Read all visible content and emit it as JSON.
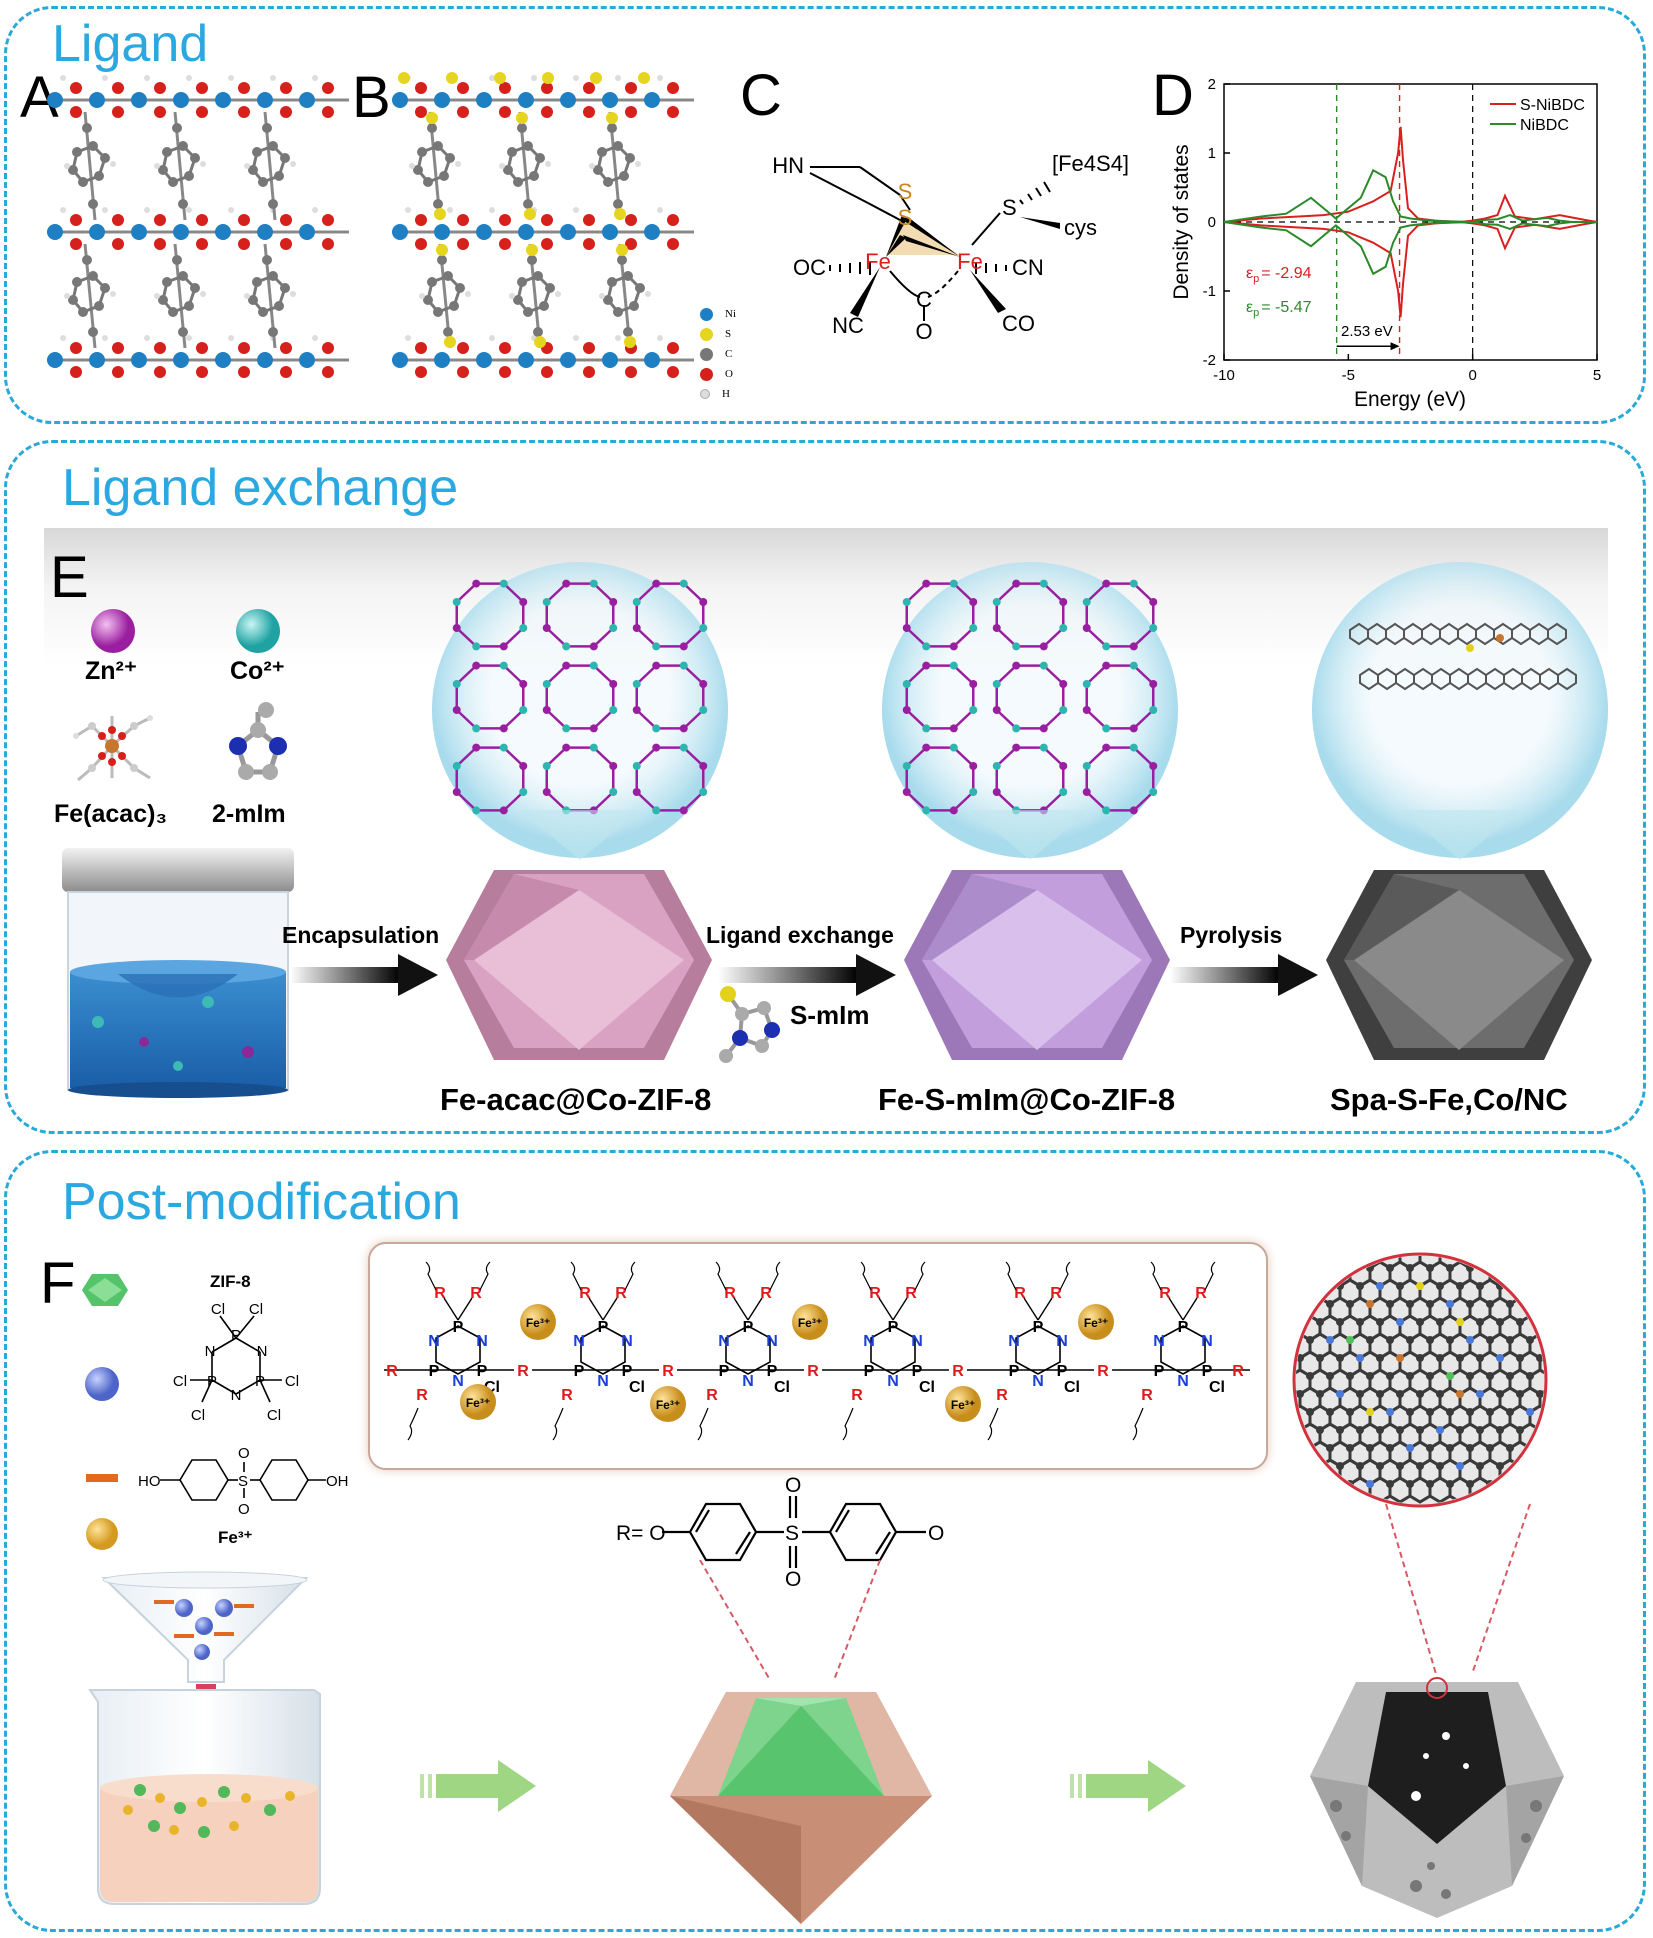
{
  "sections": {
    "ligand": "Ligand",
    "ligand_exchange": "Ligand exchange",
    "post_modification": "Post-modification"
  },
  "panels": {
    "A": "A",
    "B": "B",
    "C": "C",
    "D": "D",
    "E": "E",
    "F": "F"
  },
  "legend_atoms": [
    "Ni",
    "S",
    "C",
    "O",
    "H"
  ],
  "colors": {
    "accent": "#29a9d9",
    "Ni": "#1e7fc3",
    "S": "#e6d51e",
    "C": "#777777",
    "O": "#d6201c",
    "H": "#dddddd",
    "snibdc": "#d9201e",
    "nibdc": "#2a8a2a"
  },
  "hydrogenase": {
    "hn": "HN",
    "s1": "S",
    "s2": "S",
    "fe_left": "Fe",
    "fe_right": "Fe",
    "oc": "OC",
    "nc": "NC",
    "c": "C",
    "o": "O",
    "cn": "CN",
    "co": "CO",
    "s_cys": "S",
    "cys": "cys",
    "cluster": "[Fe4S4]"
  },
  "chart_data": {
    "type": "line",
    "xlabel": "Energy (eV)",
    "ylabel": "Density of states",
    "xlim": [
      -10,
      5
    ],
    "ylim": [
      -2,
      2
    ],
    "xticks": [
      "-10",
      "-5",
      "0",
      "5"
    ],
    "yticks": [
      "2",
      "1",
      "0",
      "-1",
      "-2"
    ],
    "legend": "top-right",
    "series": [
      {
        "name": "S-NiBDC",
        "x": [
          -10,
          -8.5,
          -7,
          -6,
          -5,
          -4,
          -3.3,
          -3.0,
          -2.9,
          -2.8,
          -2.6,
          -2.2,
          -1.5,
          -0.5,
          0,
          0.5,
          1.0,
          1.3,
          1.7,
          2.5,
          3.5,
          4.5,
          5
        ],
        "y": [
          0.0,
          0.05,
          0.08,
          0.1,
          0.15,
          0.3,
          0.45,
          1.0,
          1.38,
          0.9,
          0.2,
          0.05,
          0.02,
          0.0,
          0.02,
          0.05,
          0.1,
          0.38,
          0.08,
          0.04,
          0.1,
          0.03,
          0.0
        ]
      },
      {
        "name": "NiBDC",
        "x": [
          -10,
          -8.5,
          -7.5,
          -6.5,
          -5.5,
          -5,
          -4.5,
          -4,
          -3.5,
          -3.2,
          -2.9,
          -2.5,
          -1.8,
          -1,
          0,
          0.5,
          1.0,
          1.5,
          2,
          3,
          3.5,
          4,
          5
        ],
        "y": [
          0.0,
          0.08,
          0.12,
          0.35,
          0.05,
          0.2,
          0.35,
          0.75,
          0.65,
          0.3,
          0.08,
          0.05,
          0.02,
          0.01,
          0.0,
          0.03,
          0.04,
          0.1,
          0.02,
          0.06,
          0.02,
          0.0,
          0.0
        ]
      }
    ],
    "annotations": {
      "eps_red": "ε",
      "eps_red_val": "= -2.94",
      "eps_green": "ε",
      "eps_green_val": "= -5.47",
      "gap": "2.53 eV",
      "sub": "p"
    },
    "markers": {
      "red_line": -2.94,
      "green_line": -5.47,
      "zero_line": 0
    }
  },
  "panel_e": {
    "zn": "Zn²⁺",
    "co": "Co²⁺",
    "fe_acac": "Fe(acac)₃",
    "mim": "2-mIm",
    "arrow1": "Encapsulation",
    "arrow2": "Ligand exchange",
    "arrow3": "Pyrolysis",
    "smim": "S-mIm",
    "product1": "Fe-acac@Co-ZIF-8",
    "product2": "Fe-S-mIm@Co-ZIF-8",
    "product3": "Spa-S-Fe,Co/NC"
  },
  "panel_f": {
    "zif8": "ZIF-8",
    "cl": "Cl",
    "p": "P",
    "n": "N",
    "ho": "HO",
    "oh": "OH",
    "o": "O",
    "s": "S",
    "fe3": "Fe³⁺",
    "r": "R",
    "r_eq": "R= O"
  }
}
